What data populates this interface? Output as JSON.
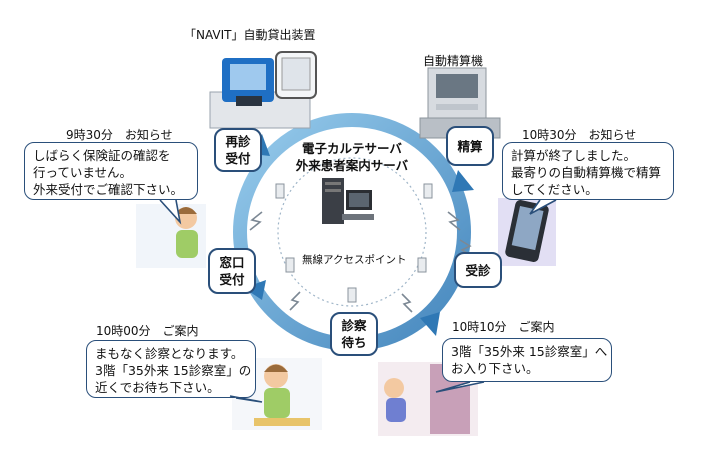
{
  "devices": {
    "navit_title": "「NAVIT」自動貸出装置",
    "payment_machine_title": "自動精算機"
  },
  "center": {
    "server_line1": "電子カルテサーバ",
    "server_line2": "外来患者案内サーバ",
    "access_point": "無線アクセスポイント"
  },
  "steps": {
    "reexam_line1": "再診",
    "reexam_line2": "受付",
    "payment": "精算",
    "consult": "受診",
    "waiting_line1": "診察",
    "waiting_line2": "待ち",
    "window_line1": "窓口",
    "window_line2": "受付"
  },
  "notices": {
    "n1": {
      "time": "9時30分　お知らせ",
      "lines": [
        "しばらく保険証の確認を",
        "行っていません。",
        "外来受付でご確認下さい。"
      ]
    },
    "n2": {
      "time": "10時30分　お知らせ",
      "lines": [
        "計算が終了しました。",
        "最寄りの自動精算機で精算",
        "してください。"
      ]
    },
    "n3": {
      "time": "10時00分　ご案内",
      "lines": [
        "まもなく診察となります。",
        "3階「35外来 15診察室」の",
        "近くでお待ち下さい。"
      ]
    },
    "n4": {
      "time": "10時10分　ご案内",
      "lines": [
        "3階「35外来 15診察室」へ",
        "お入り下さい。"
      ]
    }
  },
  "colors": {
    "ring": "#5aa6d6",
    "ring_dark": "#2f78b5",
    "box_border": "#2a4f7a",
    "machine_blue": "#1f6fc4"
  }
}
